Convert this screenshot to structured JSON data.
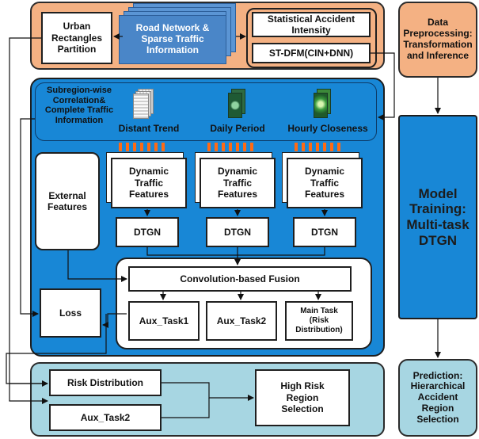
{
  "top_panel": {
    "urban": "Urban\nRectangles\nPartition",
    "road": "Road Network &\nSparse Traffic\nInformation",
    "stat": "Statistical Accident\nIntensity",
    "stdfm": "ST-DFM(CIN+DNN)"
  },
  "side": {
    "data_prep": "Data\nPreprocessing:\nTransformation\nand Inference",
    "model_training": "Model\nTraining:\nMulti-task\nDTGN",
    "prediction": "Prediction:\nHierarchical\nAccident\nRegion\nSelection"
  },
  "blue_panel": {
    "subregion": "Subregion-wise\nCorrelation&\nComplete Traffic\nInformation",
    "distant": "Distant Trend",
    "daily": "Daily Period",
    "hourly": "Hourly Closeness",
    "dyn1": "Dynamic\nTraffic\nFeatures",
    "dyn2": "Dynamic\nTraffic\nFeatures",
    "dyn3": "Dynamic\nTraffic\nFeatures",
    "dtgn1": "DTGN",
    "dtgn2": "DTGN",
    "dtgn3": "DTGN",
    "external": "External\nFeatures",
    "fusion": "Convolution-based Fusion",
    "aux1": "Aux_Task1",
    "aux2": "Aux_Task2",
    "main_task": "Main Task\n(Risk\nDistribution)",
    "loss": "Loss"
  },
  "bottom_panel": {
    "risk": "Risk Distribution",
    "aux2": "Aux_Task2",
    "high_risk": "High Risk\nRegion\nSelection"
  },
  "colors": {
    "orange_panel": "#f4b183",
    "blue_panel": "#1887d6",
    "light_panel": "#a7d6e2",
    "road_stack": "#4a86c8",
    "hatch": "#ff6a14"
  }
}
